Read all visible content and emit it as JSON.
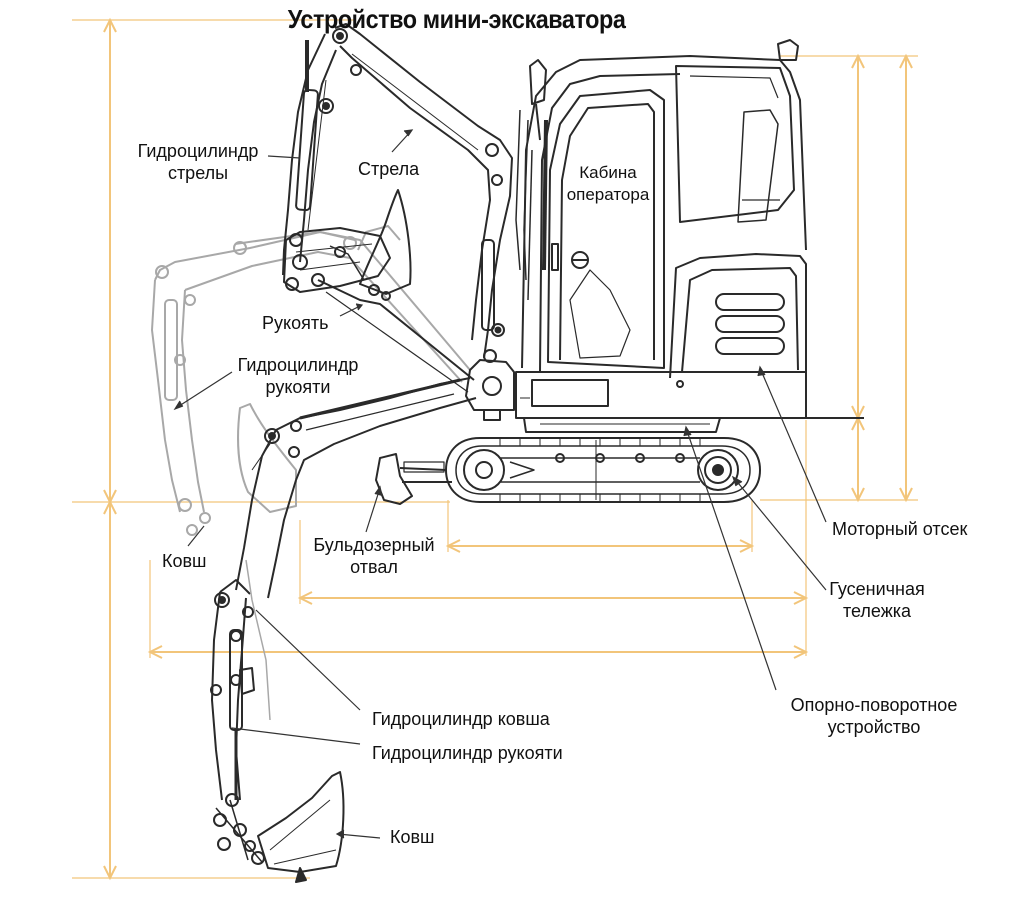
{
  "title": "Устройство мини-экскаватора",
  "labels": {
    "boom_cylinder": [
      "Гидроцилиндр",
      "стрелы"
    ],
    "boom": "Стрела",
    "cab": [
      "Кабина",
      "оператора"
    ],
    "arm": "Рукоять",
    "arm_cylinder_upper": [
      "Гидроцилиндр",
      "рукояти"
    ],
    "bucket_upper": "Ковш",
    "dozer_blade": [
      "Бульдозерный",
      "отвал"
    ],
    "engine_bay": "Моторный отсек",
    "track_frame": [
      "Гусеничная",
      "тележка"
    ],
    "slewing_ring": [
      "Опорно-поворотное",
      "устройство"
    ],
    "bucket_cylinder": "Гидроцилиндр ковша",
    "arm_cylinder_lower": "Гидроцилиндр рукояти",
    "bucket_lower": "Ковш"
  },
  "colors": {
    "outline": "#2a2a2a",
    "ghost_outline": "#9a9a9a",
    "dimension": "#f0c070",
    "leader": "#333333",
    "text": "#111111"
  }
}
